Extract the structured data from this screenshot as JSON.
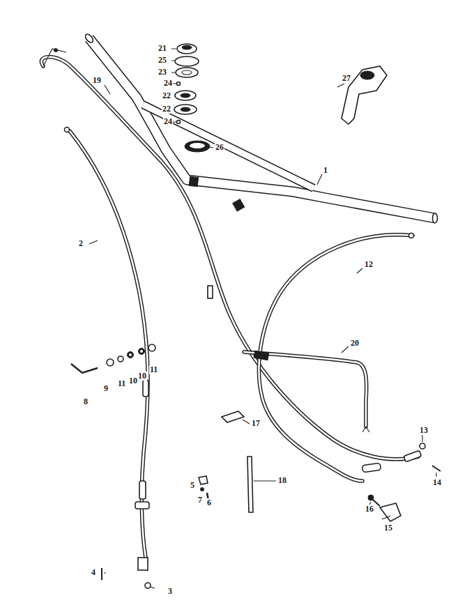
{
  "diagram": {
    "labels": [
      "21",
      "25",
      "23",
      "24",
      "22",
      "22",
      "24",
      "26",
      "27",
      "19",
      "1",
      "2",
      "12",
      "9",
      "11",
      "10",
      "10",
      "11",
      "8",
      "20",
      "17",
      "13",
      "14",
      "18",
      "5",
      "7",
      "6",
      "16",
      "15",
      "4",
      "3"
    ]
  }
}
